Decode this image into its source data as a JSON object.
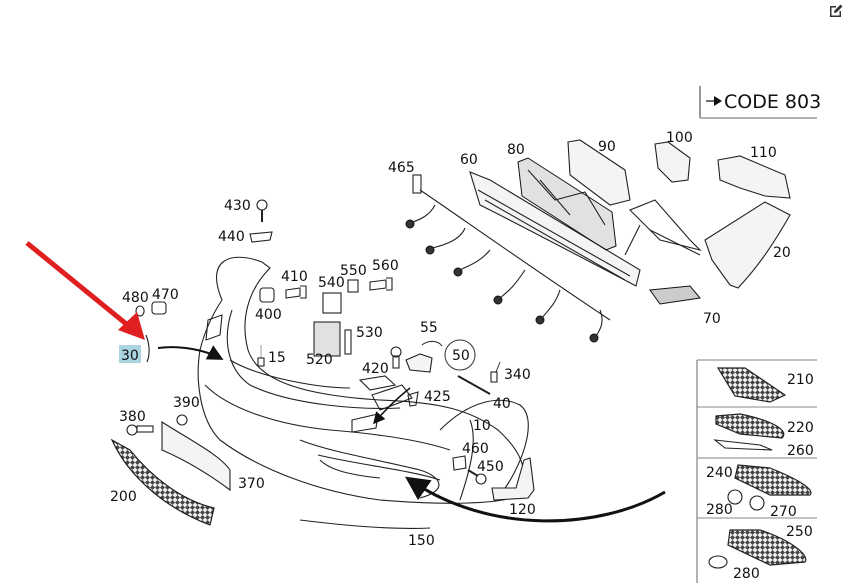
{
  "toolbar": {
    "edit_icon": "edit-icon"
  },
  "code_box": {
    "label": "CODE 803",
    "arrow_icon": "arrow-right-icon"
  },
  "highlight": {
    "part": "30",
    "color": "#a9d4e0",
    "arrow_color": "#e02020"
  },
  "labels": {
    "p10": "10",
    "p15": "15",
    "p20": "20",
    "p30": "30",
    "p40": "40",
    "p50": "50",
    "p55": "55",
    "p60": "60",
    "p70": "70",
    "p80": "80",
    "p90": "90",
    "p100": "100",
    "p110": "110",
    "p120": "120",
    "p150": "150",
    "p200": "200",
    "p210": "210",
    "p220": "220",
    "p240": "240",
    "p250": "250",
    "p260": "260",
    "p270": "270",
    "p280a": "280",
    "p280b": "280",
    "p340": "340",
    "p370": "370",
    "p380": "380",
    "p390": "390",
    "p400": "400",
    "p410": "410",
    "p420": "420",
    "p425": "425",
    "p430": "430",
    "p440": "440",
    "p450": "450",
    "p460": "460",
    "p465": "465",
    "p470": "470",
    "p480": "480",
    "p520": "520",
    "p530": "530",
    "p540": "540",
    "p550": "550",
    "p560": "560"
  },
  "variant_panels": [
    {
      "parts": [
        "210"
      ]
    },
    {
      "parts": [
        "220",
        "260"
      ]
    },
    {
      "parts": [
        "240",
        "280",
        "270"
      ]
    },
    {
      "parts": [
        "250",
        "280"
      ]
    }
  ]
}
